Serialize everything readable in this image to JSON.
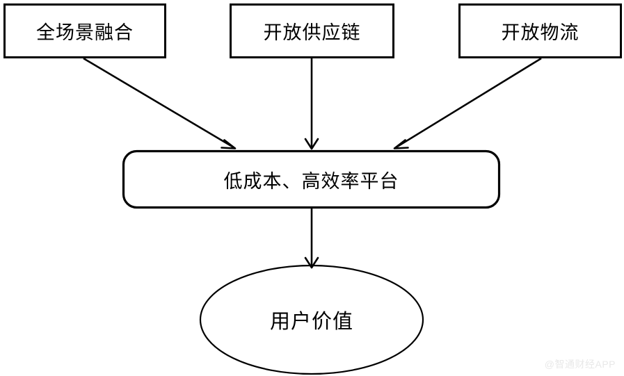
{
  "diagram": {
    "type": "flowchart",
    "orientation": "top-down",
    "background_color": "#ffffff",
    "stroke_color": "#000000",
    "nodes": [
      {
        "id": "box-1",
        "shape": "rectangle",
        "label": "全场景融合",
        "row": "top"
      },
      {
        "id": "box-2",
        "shape": "rectangle",
        "label": "开放供应链",
        "row": "top"
      },
      {
        "id": "box-3",
        "shape": "rectangle",
        "label": "开放物流",
        "row": "top"
      },
      {
        "id": "platform",
        "shape": "rounded-rectangle",
        "label": "低成本、高效率平台",
        "row": "middle"
      },
      {
        "id": "value",
        "shape": "ellipse",
        "label": "用户价值",
        "row": "bottom"
      }
    ],
    "edges": [
      {
        "from": "box-1",
        "to": "platform",
        "style": "solid",
        "arrowhead": "open"
      },
      {
        "from": "box-2",
        "to": "platform",
        "style": "solid",
        "arrowhead": "open"
      },
      {
        "from": "box-3",
        "to": "platform",
        "style": "solid",
        "arrowhead": "open"
      },
      {
        "from": "platform",
        "to": "value",
        "style": "solid",
        "arrowhead": "open"
      }
    ]
  },
  "watermark": {
    "text": "@智通财经APP",
    "color": "#e8e8e8"
  }
}
